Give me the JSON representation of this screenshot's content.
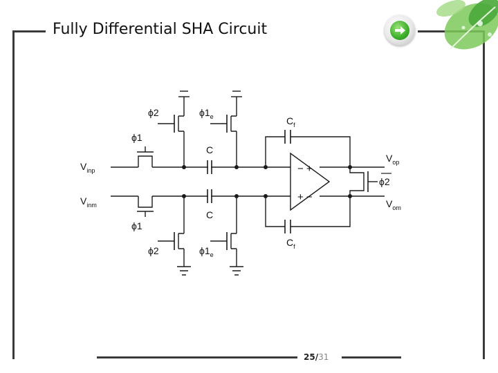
{
  "slide": {
    "title": "Fully Differential SHA Circuit",
    "page_current": "25",
    "page_total": "31"
  },
  "circuit": {
    "inputs": {
      "positive": "V",
      "positive_sub": "inp",
      "negative": "V",
      "negative_sub": "inm"
    },
    "outputs": {
      "positive": "V",
      "positive_sub": "op",
      "negative": "V",
      "negative_sub": "om"
    },
    "sample_caps": {
      "top": "C",
      "bottom": "C"
    },
    "feedback_caps": {
      "top": "C",
      "top_sub": "f",
      "bottom": "C",
      "bottom_sub": "f"
    },
    "phases": {
      "phi2_top": "ϕ2",
      "phi1e_top": "ϕ1",
      "phi1e_top_sub": "e",
      "phi1_top": "ϕ1",
      "phi1_bottom": "ϕ1",
      "phi2_bottom": "ϕ2",
      "phi1e_bottom": "ϕ1",
      "phi1e_bottom_sub": "e",
      "phi2_out": "ϕ2"
    },
    "opamp_signs": {
      "top": "− +",
      "bottom": "+ −"
    }
  },
  "colors": {
    "line": "#1a1a1a",
    "accent_green": "#3cae2a",
    "frame": "#3a3a3a"
  },
  "icons": {
    "nav": "right-arrow-icon",
    "decoration": "leaf-icon"
  }
}
